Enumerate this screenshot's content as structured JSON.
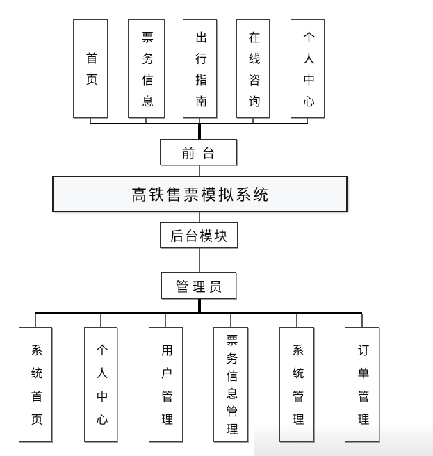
{
  "diagram": {
    "system": {
      "title": "高铁售票模拟系统"
    },
    "front": {
      "hub_label": "前台",
      "modules": [
        {
          "label": "首页"
        },
        {
          "label": "票务信息"
        },
        {
          "label": "出行指南"
        },
        {
          "label": "在线咨询"
        },
        {
          "label": "个人中心"
        }
      ]
    },
    "backend": {
      "hub_label": "后台模块",
      "role_label": "管理员",
      "modules": [
        {
          "label": "系统首页"
        },
        {
          "label": "个人中心"
        },
        {
          "label": "用户管理"
        },
        {
          "label": "票务信息管理"
        },
        {
          "label": "系统管理"
        },
        {
          "label": "订单管理"
        }
      ]
    }
  }
}
